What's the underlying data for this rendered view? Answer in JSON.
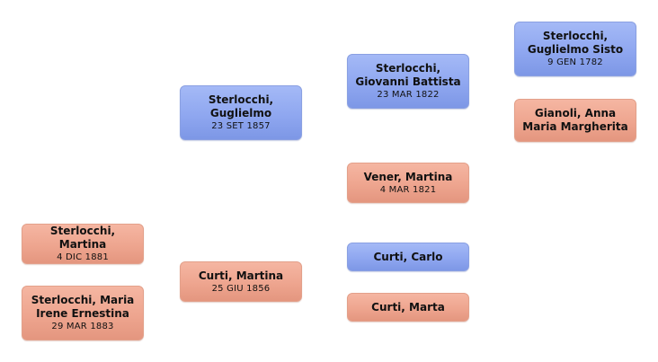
{
  "people": {
    "martina_s": {
      "name": "Sterlocchi, Martina",
      "date": "4 DIC 1881"
    },
    "maria_irene": {
      "name": "Sterlocchi, Maria\nIrene Ernestina",
      "date": "29 MAR 1883"
    },
    "guglielmo": {
      "name": "Sterlocchi,\nGuglielmo",
      "date": "23 SET 1857"
    },
    "martina_c": {
      "name": "Curti, Martina",
      "date": "25 GIU 1856"
    },
    "giovanni_battista": {
      "name": "Sterlocchi,\nGiovanni Battista",
      "date": "23 MAR 1822"
    },
    "vener_martina": {
      "name": "Vener, Martina",
      "date": "4 MAR 1821"
    },
    "curti_carlo": {
      "name": "Curti, Carlo",
      "date": ""
    },
    "curti_marta": {
      "name": "Curti, Marta",
      "date": ""
    },
    "guglielmo_sisto": {
      "name": "Sterlocchi,\nGuglielmo Sisto",
      "date": "9 GEN 1782"
    },
    "gianoli_anna": {
      "name": "Gianoli, Anna\nMaria Margherita",
      "date": ""
    }
  },
  "colors": {
    "male": "#8fa7f0",
    "female": "#eea58f"
  }
}
